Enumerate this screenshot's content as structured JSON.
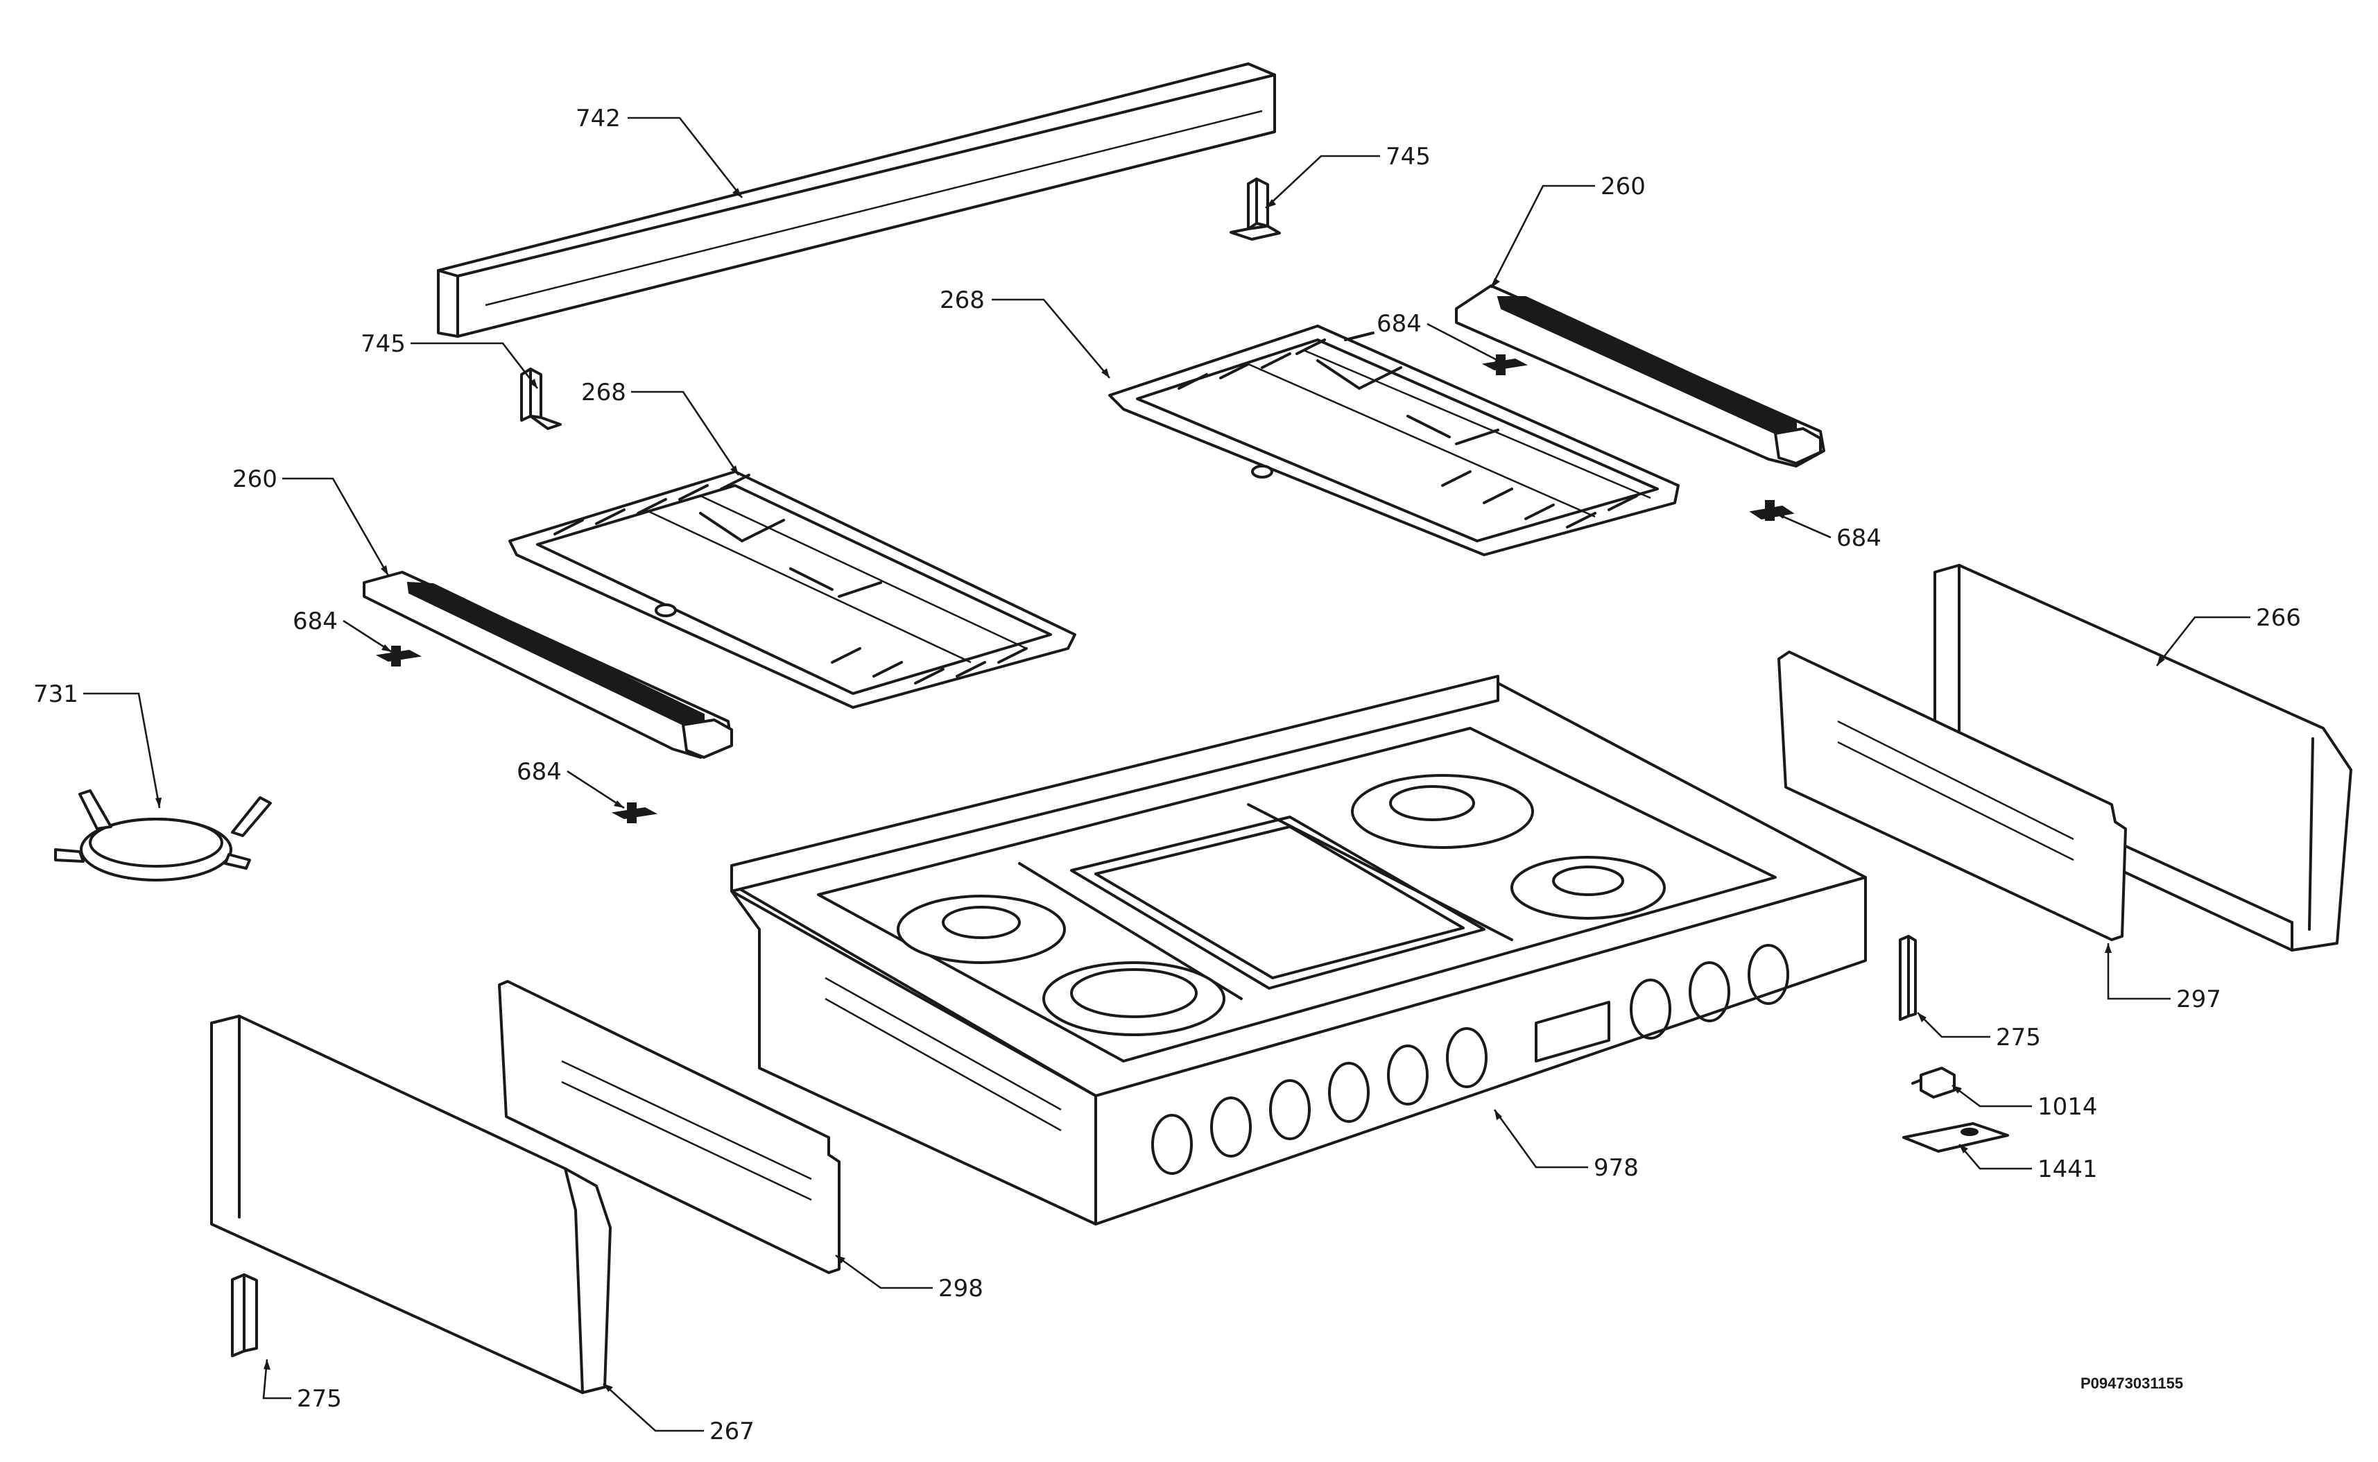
{
  "callouts": {
    "c742": "742",
    "c745_top": "745",
    "c745_left": "745",
    "c260_right": "260",
    "c268_right": "268",
    "c268_left": "268",
    "c684_upper_right": "684",
    "c684_right": "684",
    "c260_left": "260",
    "c684_left": "684",
    "c684_center": "684",
    "c731": "731",
    "c266": "266",
    "c297": "297",
    "c275_right": "275",
    "c1014": "1014",
    "c1441": "1441",
    "c978": "978",
    "c298": "298",
    "c275_left": "275",
    "c267": "267"
  },
  "drawing_code": "P09473031155"
}
